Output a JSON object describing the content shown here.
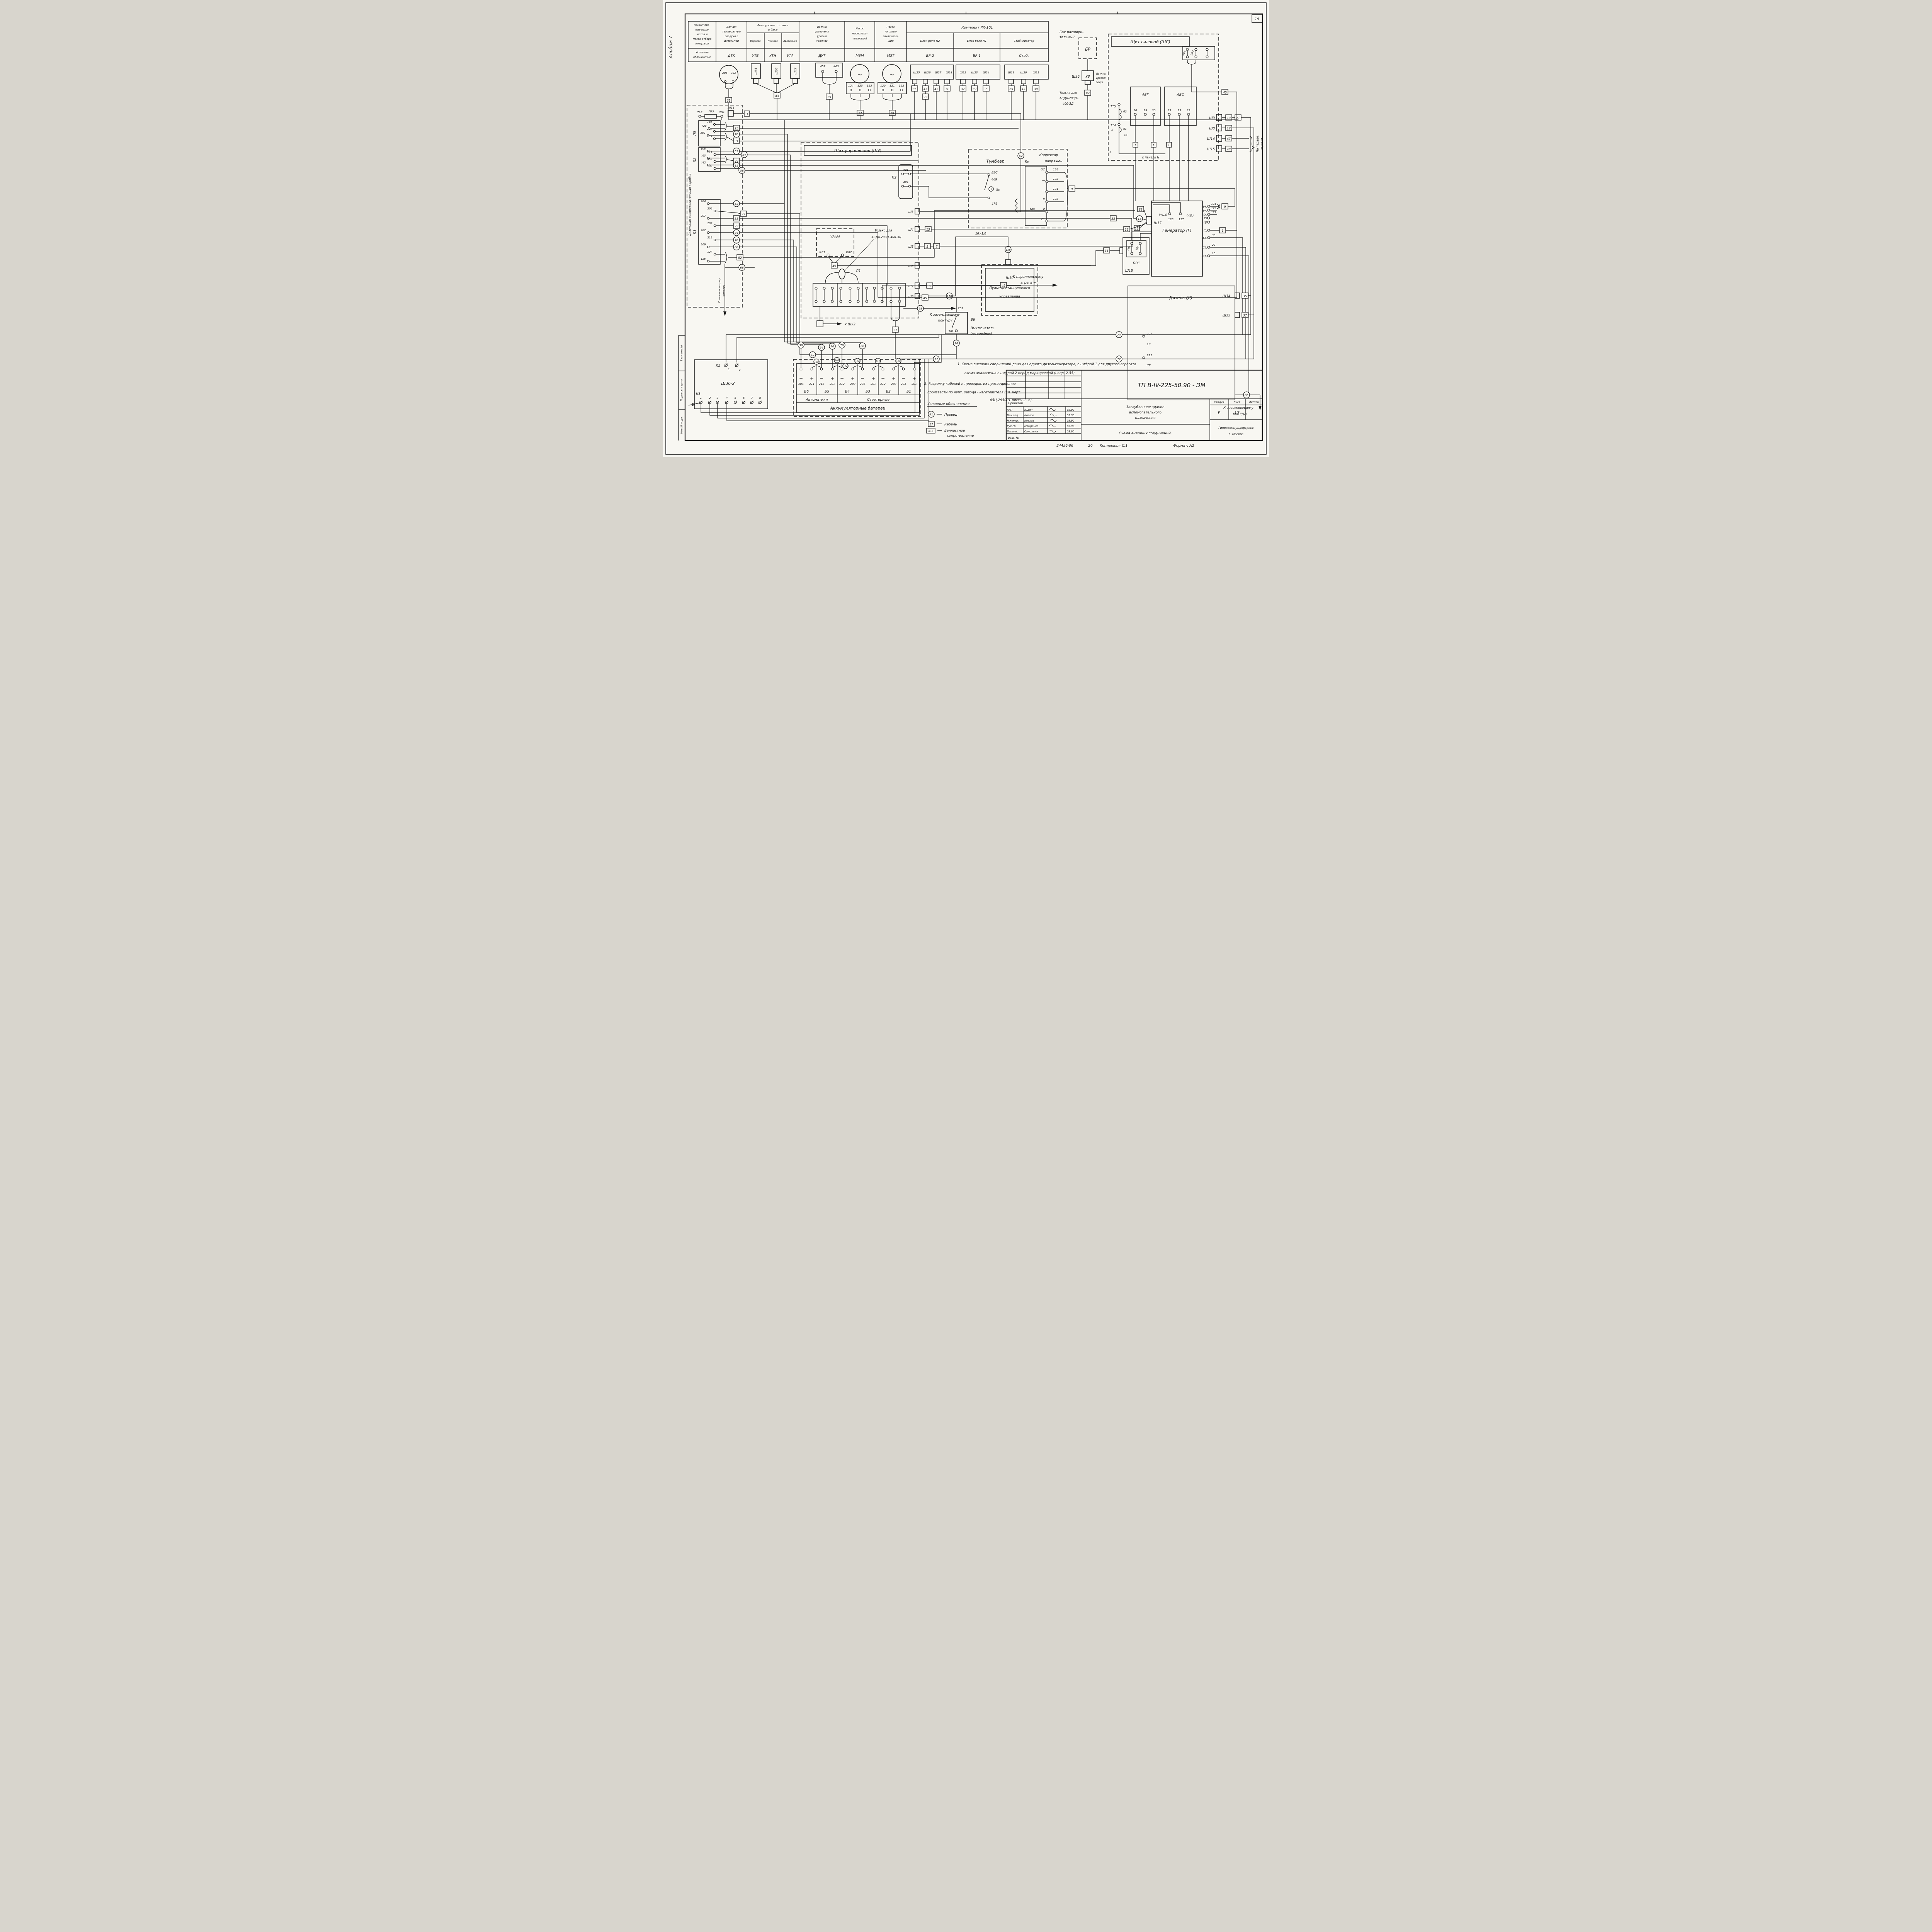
{
  "page": {
    "num": "19",
    "album": "Альбом 7",
    "margin": [
      "Взам.инв.№",
      "Подпись и дата",
      "Инв.№ подл."
    ],
    "footer": {
      "doc": "24456-06",
      "sheet": "20",
      "copy": "Копировал: С.1",
      "format": "Формат: А2"
    }
  },
  "tbl": {
    "r1": [
      "Наименова-",
      "ние пара-",
      "метра и",
      "место отбора",
      "импульса"
    ],
    "r2": [
      "Условное",
      "обозначение"
    ],
    "c1": {
      "t": [
        "Датчик",
        "температуры",
        "воздуха в",
        "дизельной"
      ],
      "v": "ДТК"
    },
    "g1": {
      "t": [
        "Реле уровня топлива",
        "в баке"
      ],
      "s": [
        {
          "t": "Верхнее",
          "v": "УТВ"
        },
        {
          "t": "Нижнее",
          "v": "УТН"
        },
        {
          "t": "Аварийное",
          "v": "УТА"
        }
      ]
    },
    "c5": {
      "t": [
        "Датчик",
        "указателя",
        "уровня",
        "топлива"
      ],
      "v": "ДУТ"
    },
    "c6": {
      "t": [
        "Насос",
        "маслозака-",
        "чивающий"
      ],
      "v": "МЗМ"
    },
    "c7": {
      "t": [
        "Насос",
        "топливо-",
        "закачиваю-",
        "щий"
      ],
      "v": "МЗТ"
    },
    "g2": {
      "t": "Комплект РК-101",
      "s": [
        {
          "t": "Блок реле N2",
          "v": "БР-2"
        },
        {
          "t": "Блок реле N1",
          "v": "БР-1"
        },
        {
          "t": "Стабилизатор",
          "v": "Стаб."
        }
      ]
    }
  },
  "sens": {
    "dtk": {
      "p1": "205",
      "p2": "382",
      "m": "31"
    },
    "sh31": "Ш31",
    "sh30": "Ш30",
    "sh32": "Ш32",
    "m43": "43",
    "dut": {
      "p1": "457",
      "p2": "463",
      "m": "29"
    },
    "mzm": {
      "t": [
        "124",
        "125",
        "123"
      ],
      "m": "27",
      "sym": "~"
    },
    "mzt": {
      "t": [
        "120",
        "121",
        "122"
      ],
      "m": "19",
      "sym": "~"
    },
    "grp1": {
      "n": [
        "Ш25",
        "Ш26",
        "Ш27",
        "Ш28"
      ],
      "m": [
        "35",
        "43",
        "41",
        "5"
      ],
      "x": "92"
    },
    "grp2": {
      "n": [
        "Ш22",
        "Ш23",
        "Ш24"
      ],
      "m": [
        "37",
        "39",
        "7"
      ]
    },
    "grp3": {
      "n": [
        "Ш19",
        "Ш20",
        "Ш21"
      ],
      "m": [
        "25",
        "47",
        "39"
      ]
    }
  },
  "tank": {
    "t1": "Бак расшири-",
    "t2": "тельный",
    "br": "БР",
    "sh": "Ш36",
    "uv": "УВ",
    "s": [
      "Датчик",
      "уровня",
      "воды"
    ],
    "m": "92",
    "note": [
      "Только для",
      "АСДА-200/Т-",
      "400-ЗД"
    ]
  },
  "shs": {
    "title": "Щит силовой (ШС)",
    "p206": "206",
    "p207": "207",
    "m45": "45",
    "avg": "АВГ",
    "avgp": [
      "10",
      "29",
      "30"
    ],
    "avs": "АВС",
    "avsp": [
      "13",
      "23",
      "33"
    ],
    "tt5": "ТТ5",
    "l2": "Л2",
    "tt4": "ТТ4",
    "n1": "1",
    "l1": "Л1",
    "n20": "20",
    "n3": "3",
    "mk": [
      "1",
      "1",
      "1"
    ],
    "panel": "к панели N",
    "sh9": "Ш9",
    "m19": "19",
    "m21": "21",
    "sh8": "Ш8",
    "m17": "17",
    "sh14": "Ш14",
    "m47": "47",
    "sh15": "Ш15",
    "m48": "48",
    "par": [
      "На паралл.",
      "агрегат"
    ]
  },
  "dk": {
    "title": "Дизельная  распределительная  коробка",
    "sh11": "Ш11",
    "m3": "3",
    "f1": "718",
    "fuse": "ПР7",
    "f2": "204",
    "p5": {
      "n": "П5",
      "pins": [
        "719",
        "720",
        "201",
        "382",
        "205"
      ],
      "m25": "25",
      "m70": "70",
      "m31": "31"
    },
    "p2": {
      "n": "П2",
      "pins": [
        "108",
        "211",
        "463",
        "457",
        "442",
        "130"
      ],
      "m52": "52",
      "m54": "54",
      "m29": "29",
      "m15": "15",
      "m56": "56"
    },
    "p1": {
      "n": "П1",
      "pins": [
        "204",
        "206",
        "207",
        "207",
        "202",
        "212",
        "209",
        "127",
        "126"
      ],
      "m58": "58",
      "m27": "27",
      "m33": "33",
      "m23": "23",
      "m84": "84",
      "m78": "78",
      "m80": "80",
      "m82": "82",
      "m66": "66"
    },
    "gnd": [
      "К заземляющему",
      "контуру"
    ]
  },
  "shu": {
    "title": "Щит управления (ШУ)",
    "p2": "П2",
    "p401": "401",
    "p474": "474",
    "uram": "УРАМ",
    "kl1": "КЛ1",
    "kl2": "КЛ2",
    "m49": "49",
    "note": [
      "Только для",
      "АСДА-200/Т-400-ЗД"
    ],
    "p6": "П6",
    "shu2": "к ШУ2",
    "sh3": "Ш3",
    "sh4": "Ш4",
    "m13": "13",
    "sh5": "Ш5",
    "m5": "5",
    "m7": "7",
    "sh8": "Ш8",
    "sh7": "Ш7",
    "m3": "3",
    "sh6": "Ш6",
    "c118": "118",
    "c68": "68",
    "m27": "27"
  },
  "tmb": {
    "title": "Тумблер",
    "vzs": "ВЗС",
    "n469": "469",
    "c5": "5",
    "es": "Эс",
    "n474": "474",
    "c52": "52"
  },
  "kn": {
    "t1": "Корректор",
    "t2": "напряжен.",
    "kn": "Кн",
    "osT": "ОС",
    "os": "126",
    "mnT": "−",
    "mn": "172",
    "plT": "+",
    "pl": "171",
    "kT": "К",
    "k": "173",
    "rT": "Р",
    "r": "108",
    "s1": "С1",
    "m9": "9"
  },
  "rc": {
    "sh": "Ш10",
    "t": [
      "Пульт дистанционного",
      "управления"
    ],
    "cab": "16×1.0",
    "c118a": "118",
    "c118b": "118"
  },
  "mid": {
    "gnd": [
      "К заземляющему",
      "контуру"
    ],
    "par": [
      "К параллельному",
      "агрегату"
    ],
    "m49": "49",
    "m45": "45"
  },
  "gen": {
    "title": "Генератор (Г)",
    "sh17": "Ш17",
    "pu2": "(+Ц2)",
    "n126": "126",
    "n127": "127",
    "mu1": "(-Ц1)",
    "m82": "82",
    "c15": "15",
    "m13": "13",
    "m11": "11",
    "m33": "33",
    "m11b": "11",
    "brs": "БРС",
    "b206": "206",
    "b207": "207",
    "sh18": "Ш18",
    "tp": "(+)",
    "w171": "171",
    "tmn": "(−)",
    "w172": "172",
    "tk": "(К)",
    "w173": "173",
    "tu2": "У2",
    "tc2": "Ц2",
    "t0": "(0)",
    "m1": "1",
    "ts3": "(Сз)",
    "w30": "30",
    "ts2": "(С2)",
    "w20": "20",
    "ts1": "(Сд)",
    "w10": "10",
    "m9": "9"
  },
  "dz": {
    "title": "Дизель (Д)",
    "sh34": "Ш34",
    "m35": "35",
    "sh35": "Ш35",
    "m37": "37",
    "p207": "207",
    "p1k": "1К",
    "p212": "212",
    "pst": "СТ",
    "c74": "74",
    "c72": "72",
    "c86": "86",
    "gnd": [
      "К заземляющему",
      "контуру"
    ]
  },
  "v6": {
    "w201a": "201",
    "v6": "В6",
    "t": [
      "Выключатель",
      "батарейный"
    ],
    "w201b": "201",
    "c76": "76",
    "c72": "72"
  },
  "sh362": {
    "k1": "К1",
    "k1p": [
      "1",
      "2"
    ],
    "t": "Ш36-2",
    "k3": "К3",
    "k3p": [
      "1",
      "2",
      "3",
      "4",
      "5",
      "6",
      "7",
      "8"
    ]
  },
  "bat": {
    "top": [
      "58",
      "42",
      "54",
      "70",
      "78",
      "80"
    ],
    "mid": [
      "100",
      "102",
      "104",
      "106",
      "110",
      "108"
    ],
    "g": [
      {
        "m": "204",
        "p": "211",
        "n": "Б6"
      },
      {
        "m": "211",
        "p": "201",
        "n": "Б5"
      },
      {
        "m": "212",
        "p": "209",
        "n": "Б4"
      },
      {
        "m": "209",
        "p": "201",
        "n": "Б3"
      },
      {
        "m": "212",
        "p": "203",
        "n": "Б2"
      },
      {
        "m": "203",
        "p": "201",
        "n": "Б1"
      }
    ],
    "minus": "−",
    "plus": "+",
    "auto": "Автоматики",
    "start": "Стартерные",
    "title": "Аккумуляторные батареи"
  },
  "notes": {
    "n1a": "1. Схема внешних соединений дана для одного дизельгенератора, с цифрой 1 для другого агрегата",
    "n1b": "схема аналогична с цифрой 2 перед  маркировкой (напр. 2-55).",
    "n2a": "2. Разделку кабелей и проводов, их присоединение",
    "n2b": "произвести по черт. завода - изготовителя (см. черт.",
    "n2c": "05Ц-295001 листы 2÷6).",
    "lt": "Условные обозначения",
    "l1s": "41",
    "l1": "Провод",
    "l2s": "17",
    "l2": "Кабель",
    "l3s": "R18",
    "l3a": "Балластное",
    "l3b": "сопротивление"
  },
  "stamp": {
    "doc": "ТП В-IV-225-50.90 - ЭМ",
    "pr": "Привязан",
    "rows": [
      {
        "r": "ГИП",
        "n": "Юдин",
        "d": "03.90"
      },
      {
        "r": "Нач.отд.",
        "n": "Козлов",
        "d": "03.90"
      },
      {
        "r": "Н.контр.",
        "n": "Козлов",
        "d": "03.90"
      },
      {
        "r": "Рук.гр.",
        "n": "Мамренко",
        "d": "03.90"
      },
      {
        "r": "Исполн.",
        "n": "Самохина",
        "d": "03.90"
      }
    ],
    "inv": "Инв. №",
    "obj": [
      "Заглубленное здание",
      "вспомогательного",
      "назначения"
    ],
    "sheet": "Схема внешних соединений.",
    "stg": "Стадия",
    "lst": "Лист",
    "lsts": "Листов",
    "stgV": "Р",
    "lstV": "17",
    "org": [
      "Гипрокоммундортранс",
      "г. Москва"
    ]
  }
}
